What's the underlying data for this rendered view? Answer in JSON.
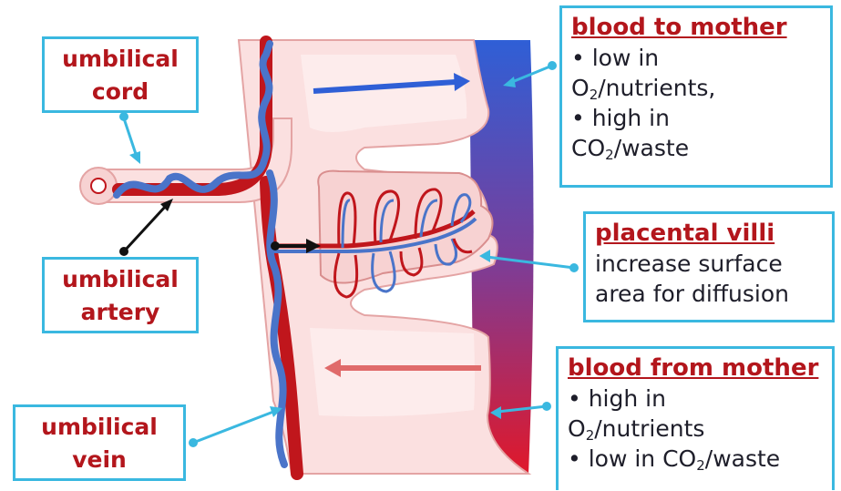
{
  "labels": {
    "umbilical_cord": [
      "umbilical",
      "cord"
    ],
    "umbilical_artery": [
      "umbilical",
      "artery"
    ],
    "umbilical_vein": [
      "umbilical",
      "vein"
    ]
  },
  "blood_to_mother": {
    "title": "blood to mother",
    "bullet": "•",
    "line1": "low in",
    "line2a": "O",
    "line2sub": "2",
    "line2b": "/nutrients,",
    "line3": "high in",
    "line4a": "CO",
    "line4sub": "2",
    "line4b": "/waste"
  },
  "placental_villi": {
    "title": "placental villi",
    "line1": "increase surface",
    "line2": "area for diffusion"
  },
  "blood_from_mother": {
    "title": "blood from mother",
    "bullet": "•",
    "line1": "high in",
    "line2a": "O",
    "line2sub": "2",
    "line2b": "/nutrients",
    "line3a": "low in CO",
    "line3sub": "2",
    "line3b": "/waste"
  },
  "colors": {
    "artery_red": "#c0161c",
    "vein_blue": "#4a74c9",
    "tissue_pink": "#fbe0e0",
    "tissue_outline": "#e4a4a4",
    "accent_cyan": "#3ab8e0",
    "label_red": "#b3161c",
    "maternal_blue": "#2f5fd6",
    "maternal_red": "#d8192b"
  }
}
